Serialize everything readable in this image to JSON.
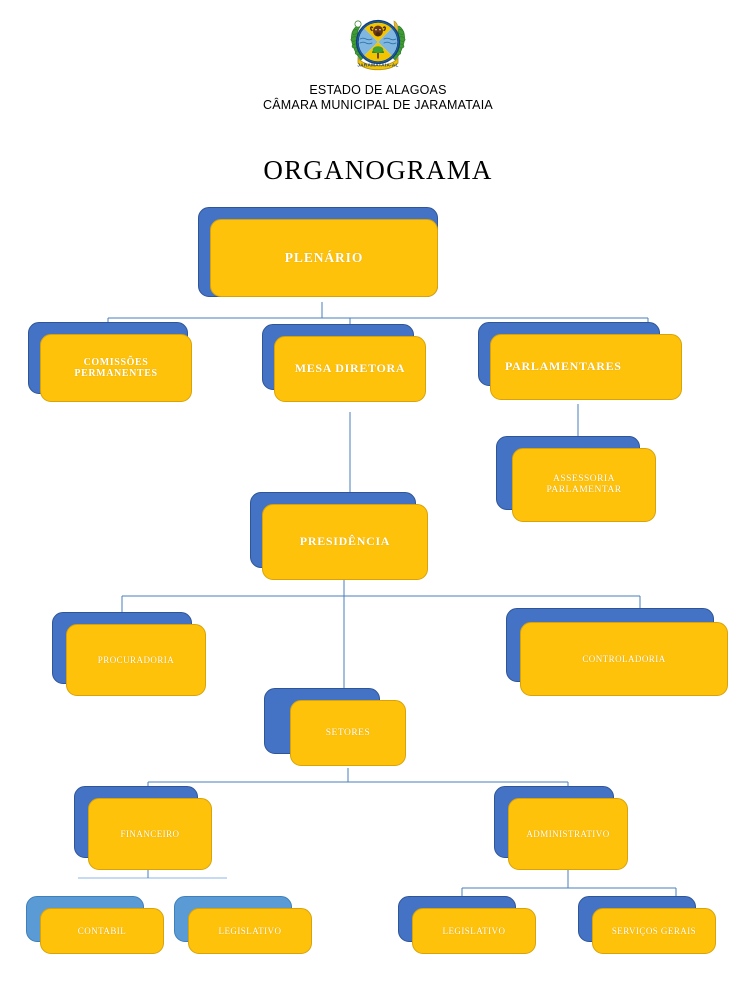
{
  "header": {
    "emblem_name": "brasao-jaramataia-coat-of-arms",
    "line1": "ESTADO DE ALAGOAS",
    "line2": "CÂMARA MUNICIPAL DE JARAMATAIA",
    "title": "ORGANOGRAMA"
  },
  "colors": {
    "box_fill": "#ffc20a",
    "box_border": "#d9a207",
    "shadow_dark": "#4472c4",
    "shadow_light": "#5b9bd5",
    "connector": "#4a7ebb",
    "connector_light": "#8eb4e3",
    "text": "#ffffff"
  },
  "nodes": {
    "plenario": "PLENÁRIO",
    "comissoes_permanentes_line1": "COMISSÕES",
    "comissoes_permanentes_line2": "PERMANENTES",
    "mesa_diretora": "MESA DIRETORA",
    "parlamentares": "PARLAMENTARES",
    "assessoria_line1": "ASSESSORIA",
    "assessoria_line2": "PARLAMENTAR",
    "presidencia": "PRESIDÊNCIA",
    "procuradoria": "PROCURADORIA",
    "controladoria": "CONTROLADORIA",
    "setores": "SETORES",
    "financeiro": "FINANCEIRO",
    "administrativo": "ADMINISTRATIVO",
    "contabil": "CONTABIL",
    "legislativo_financeiro": "LEGISLATIVO",
    "legislativo_administrativo": "LEGISLATIVO",
    "servicos_gerais": "SERVIÇOS GERAIS"
  }
}
